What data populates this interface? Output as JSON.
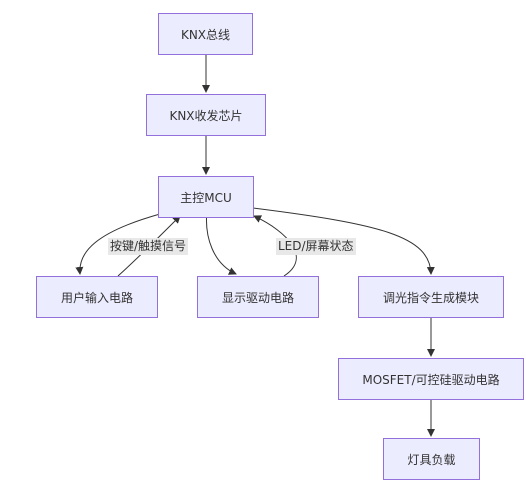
{
  "nodes": {
    "knx_bus": "KNX总线",
    "knx_transceiver": "KNX收发芯片",
    "mcu": "主控MCU",
    "user_input": "用户输入电路",
    "display_driver": "显示驱动电路",
    "dimming_module": "调光指令生成模块",
    "mosfet_driver": "MOSFET/可控硅驱动电路",
    "lamp_load": "灯具负载"
  },
  "edge_labels": {
    "input_to_mcu": "按键/触摸信号",
    "mcu_to_display": "LED/屏幕状态"
  },
  "colors": {
    "node_fill": "#ECECFF",
    "node_border": "#9370DB",
    "edge": "#333333",
    "label_bg": "#e8e8e8"
  }
}
